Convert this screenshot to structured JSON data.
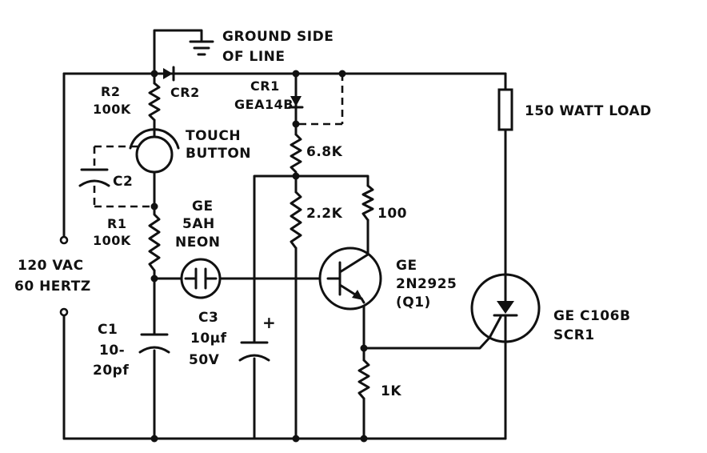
{
  "labels": {
    "ground_1": "GROUND SIDE",
    "ground_2": "OF LINE",
    "r2_name": "R2",
    "r2_value": "100K",
    "cr2": "CR2",
    "cr1_name": "CR1",
    "cr1_part": "GEA14B",
    "touch_1": "TOUCH",
    "touch_2": "BUTTON",
    "c2": "C2",
    "r1_name": "R1",
    "r1_value": "100K",
    "neon_1": "GE",
    "neon_2": "5AH",
    "neon_3": "NEON",
    "res_6_8k": "6.8K",
    "res_2_2k": "2.2K",
    "res_100": "100",
    "load": "150 WATT LOAD",
    "supply_1": "120 VAC",
    "supply_2": "60 HERTZ",
    "q1_1": "GE",
    "q1_2": "2N2925",
    "q1_3": "(Q1)",
    "scr_1": "GE C106B",
    "scr_2": "SCR1",
    "c1_name": "C1",
    "c1_val_1": "10-",
    "c1_val_2": "20pf",
    "c3_name": "C3",
    "c3_val_1": "10µf",
    "c3_val_2": "50V",
    "c3_polarity": "+",
    "res_1k": "1K"
  }
}
